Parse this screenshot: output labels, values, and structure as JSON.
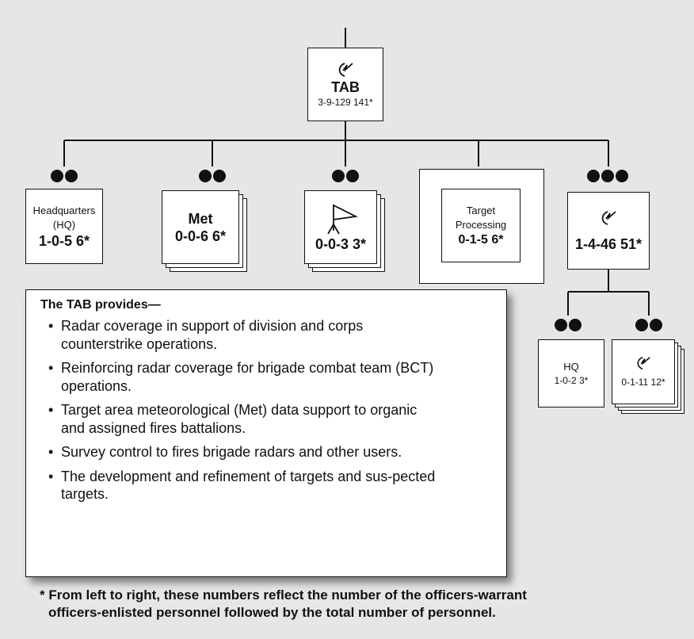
{
  "top": {
    "name": "TAB",
    "personnel": "3-9-129 141*"
  },
  "units": [
    {
      "line1": "Headquarters",
      "line2": "(HQ)",
      "personnel": "1-0-5 6*"
    },
    {
      "name": "Met",
      "personnel": "0-0-6 6*"
    },
    {
      "personnel": "0-0-3 3*",
      "icon": "survey-flag-icon"
    },
    {
      "line1": "Target",
      "line2": "Processing",
      "personnel": "0-1-5 6*"
    },
    {
      "personnel": "1-4-46 51*",
      "icon": "radar-icon"
    }
  ],
  "subunits": [
    {
      "name": "HQ",
      "personnel": "1-0-2 3*"
    },
    {
      "personnel": "0-1-11 12*",
      "icon": "radar-icon"
    }
  ],
  "info": {
    "title": "The TAB provides—",
    "items": [
      "Radar coverage in support of division and corps counterstrike operations.",
      "Reinforcing radar coverage for brigade combat team (BCT) operations.",
      "Target area meteorological (Met) data support to organic and assigned fires battalions.",
      "Survey control to fires brigade radars and other users.",
      "The development and refinement of targets and sus-pected targets."
    ]
  },
  "footnote": {
    "line1": "* From left to right, these numbers reflect the number of the officers-warrant",
    "line2": "officers-enlisted personnel followed by the total number of personnel."
  }
}
